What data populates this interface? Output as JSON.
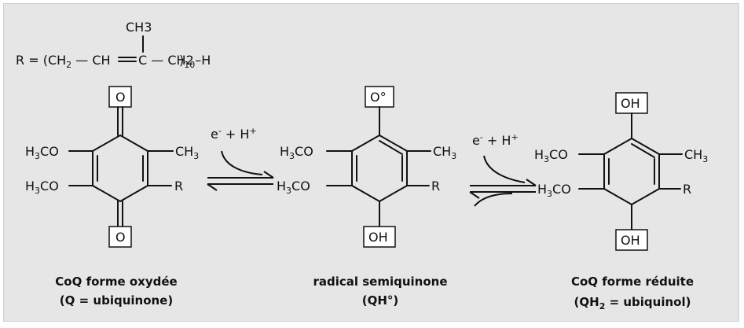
{
  "r_group": {
    "prefix": "R = (CH",
    "sub2": "2",
    "mid1": " — CH",
    "mid2": " — CH",
    "sub10": "10",
    "suffix": "–H",
    "c_atom": "C",
    "methyl": "CH3"
  },
  "molecules": [
    {
      "top_box": "O",
      "bottom_box": "O",
      "left_top": "H",
      "left_top_sub": "3",
      "left_top_tail": "CO",
      "left_bottom": "H",
      "left_bottom_sub": "3",
      "left_bottom_tail": "CO",
      "right_top": "CH",
      "right_top_sub": "3",
      "right_bottom": "R",
      "caption_line1": "CoQ forme oxydée",
      "caption_line2": "(Q = ubiquinone)"
    },
    {
      "top_box": "O°",
      "bottom_box": "OH",
      "left_top": "H",
      "left_top_sub": "3",
      "left_top_tail": "CO",
      "left_bottom": "H",
      "left_bottom_sub": "3",
      "left_bottom_tail": "CO",
      "right_top": "CH",
      "right_top_sub": "3",
      "right_bottom": "R",
      "caption_line1": "radical semiquinone",
      "caption_line2": "(QH°)"
    },
    {
      "top_box": "OH",
      "bottom_box": "OH",
      "left_top": "H",
      "left_top_sub": "3",
      "left_top_tail": "CO",
      "left_bottom": "H",
      "left_bottom_sub": "3",
      "left_bottom_tail": "CO",
      "right_top": "CH",
      "right_top_sub": "3",
      "right_bottom": "R",
      "caption_line1": "CoQ forme réduite",
      "caption_line2_pre": "(QH",
      "caption_line2_sub": "2",
      "caption_line2_post": " = ubiquinol)"
    }
  ],
  "reactions": [
    {
      "electron": "e",
      "electron_sup": "-",
      "plus": " + H",
      "proton_sup": "+"
    },
    {
      "electron": "e",
      "electron_sup": "-",
      "plus": " + H",
      "proton_sup": "+"
    }
  ]
}
